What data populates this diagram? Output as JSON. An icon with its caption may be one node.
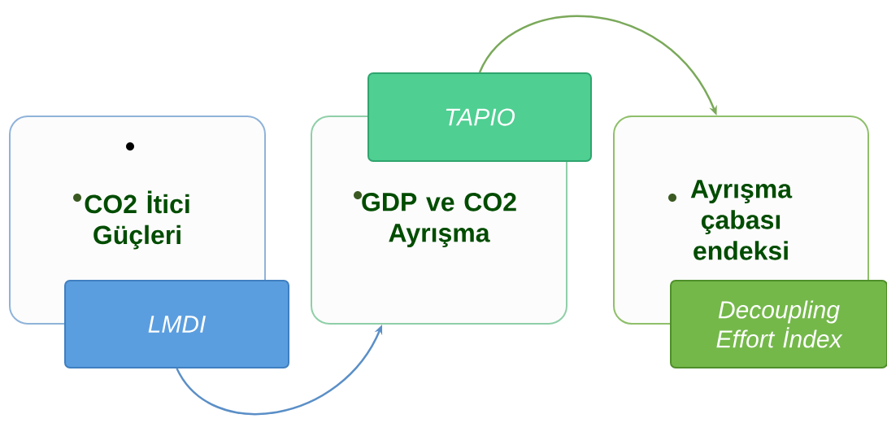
{
  "diagram": {
    "nodes": [
      {
        "text": [
          "CO2 İtici Güçleri"
        ]
      },
      {
        "text": [
          "LMDI"
        ]
      },
      {
        "text": [
          "GDP ve CO2 Ayrışma"
        ]
      },
      {
        "text": [
          "TAPIO"
        ]
      },
      {
        "text": [
          "Ayrışma çabası endeksi"
        ]
      },
      {
        "text": [
          "Decoupling Effort İndex"
        ]
      }
    ],
    "edges": [
      {
        "from": 1,
        "to": 2,
        "arrow": "to",
        "color": "#5b8fc7"
      },
      {
        "from": 3,
        "to": 4,
        "arrow": "to",
        "color": "#7aa95a"
      }
    ]
  }
}
